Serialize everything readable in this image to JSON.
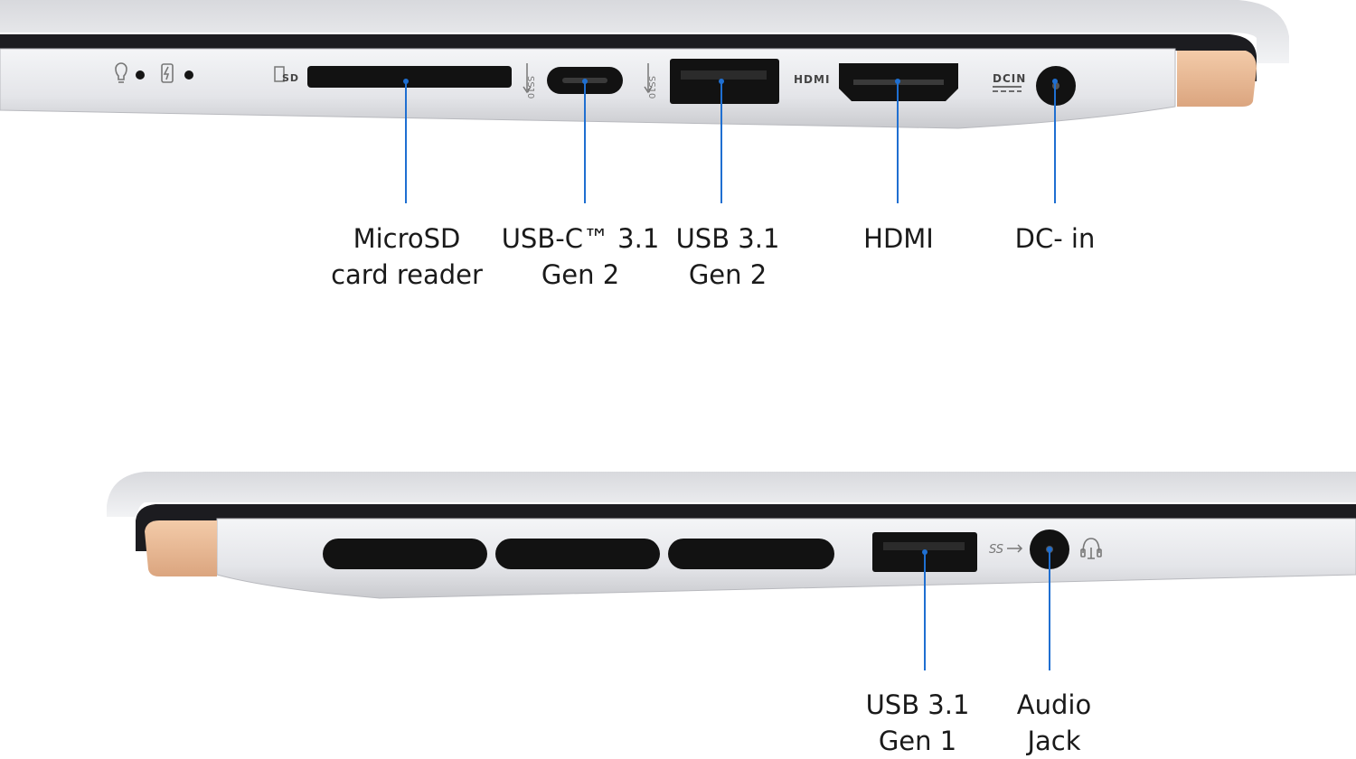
{
  "colors": {
    "callout_line": "#1f6fd1",
    "chassis": "#e6e7ea",
    "port": "#121212",
    "hinge": "#e9b894"
  },
  "top_panel": {
    "port_text": {
      "hdmi": "HDMI",
      "dcin": "DCIN",
      "sd": "SD"
    },
    "labels": [
      {
        "line1": "MicroSD",
        "line2": "card reader"
      },
      {
        "line1": "USB-C™ 3.1",
        "line2": "Gen 2"
      },
      {
        "line1": "USB 3.1",
        "line2": "Gen 2"
      },
      {
        "line1": "HDMI",
        "line2": ""
      },
      {
        "line1": "DC- in",
        "line2": ""
      }
    ]
  },
  "bottom_panel": {
    "labels": [
      {
        "line1": "USB 3.1",
        "line2": "Gen 1"
      },
      {
        "line1": "Audio",
        "line2": "Jack"
      }
    ]
  }
}
